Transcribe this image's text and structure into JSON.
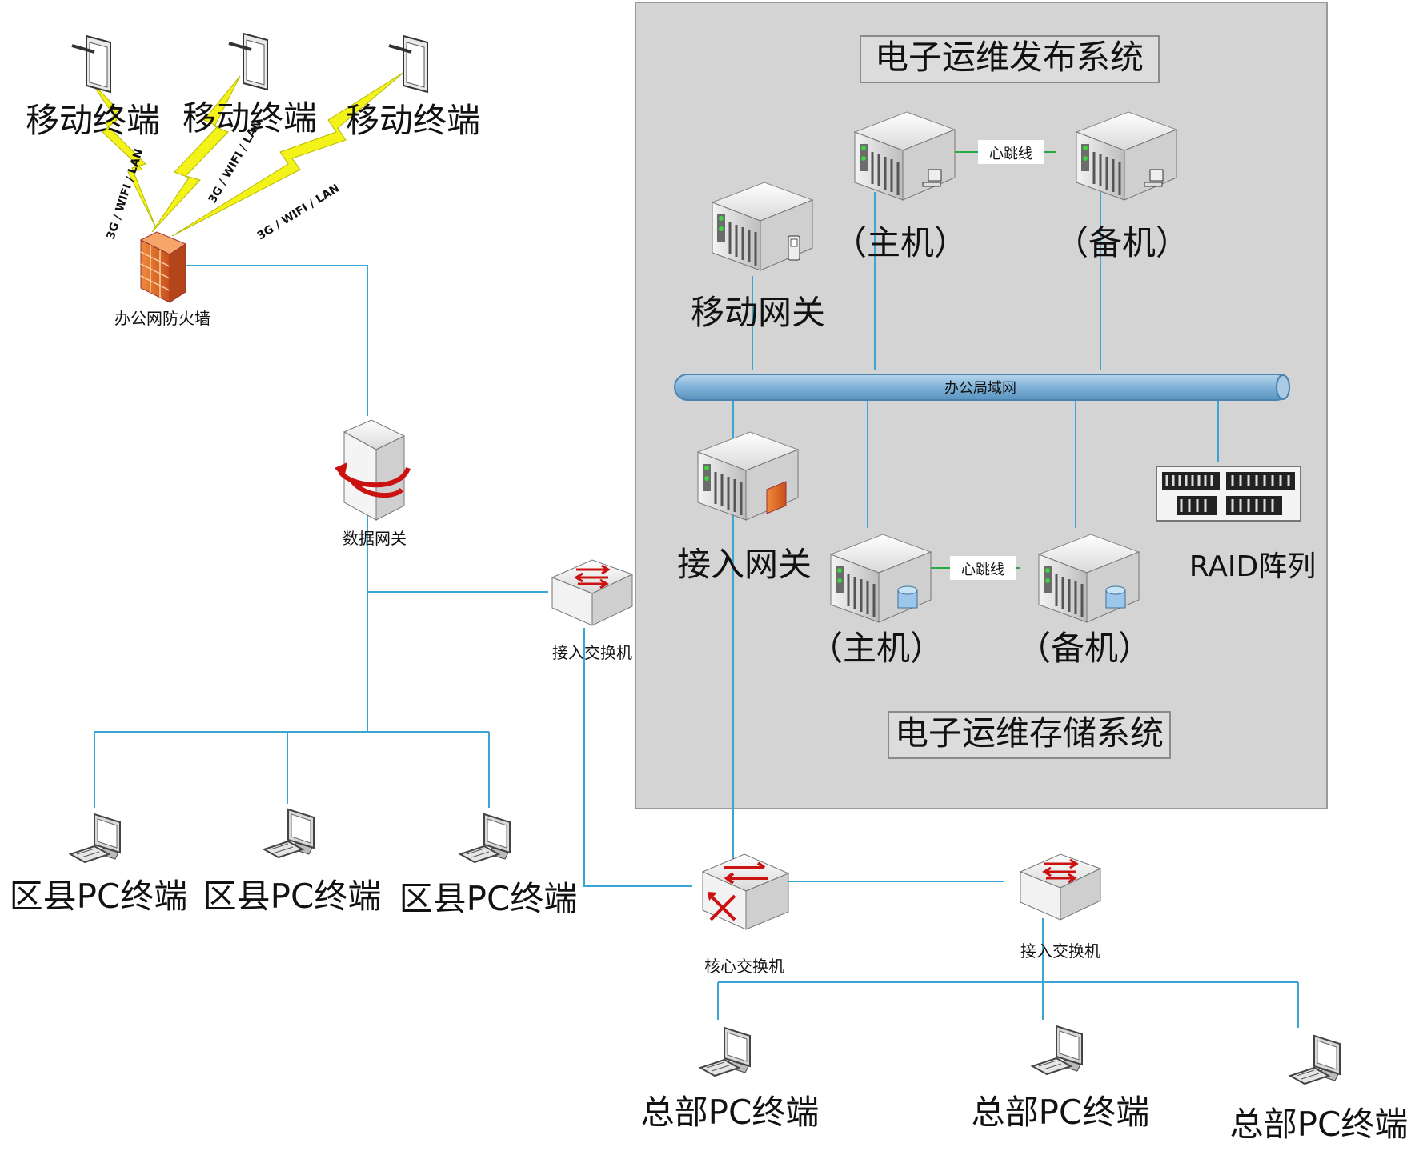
{
  "panel": {
    "publish_system": "电子运维发布系统",
    "storage_system": "电子运维存储系统",
    "lan": "办公局域网",
    "heartbeat_top": "心跳线",
    "heartbeat_bottom": "心跳线",
    "pub_master": "（主机）",
    "pub_backup": "（备机）",
    "sto_master": "（主机）",
    "sto_backup": "（备机）",
    "mobile_gateway": "移动网关",
    "access_gateway": "接入网关",
    "raid": "RAID阵列"
  },
  "mobile": {
    "terminals": [
      "移动终端",
      "移动终端",
      "移动终端"
    ],
    "links": [
      "3G / WIFI / LAN",
      "3G / WIFI / LAN",
      "3G / WIFI / LAN"
    ]
  },
  "firewall": "办公网防火墙",
  "data_gateway": "数据网关",
  "access_switch_left": "接入交换机",
  "access_switch_right": "接入交换机",
  "core_switch": "核心交换机",
  "county_pcs": [
    "区县PC终端",
    "区县PC终端",
    "区县PC终端"
  ],
  "hq_pcs": [
    "总部PC终端",
    "总部PC终端",
    "总部PC终端"
  ],
  "colors": {
    "link": "#3aa6d4",
    "heartbeat": "#22aa44",
    "panel": "#d4d4d4",
    "lightning": "#f3f31a",
    "arrow": "#cc1111",
    "firewall": "#e86a1c"
  }
}
